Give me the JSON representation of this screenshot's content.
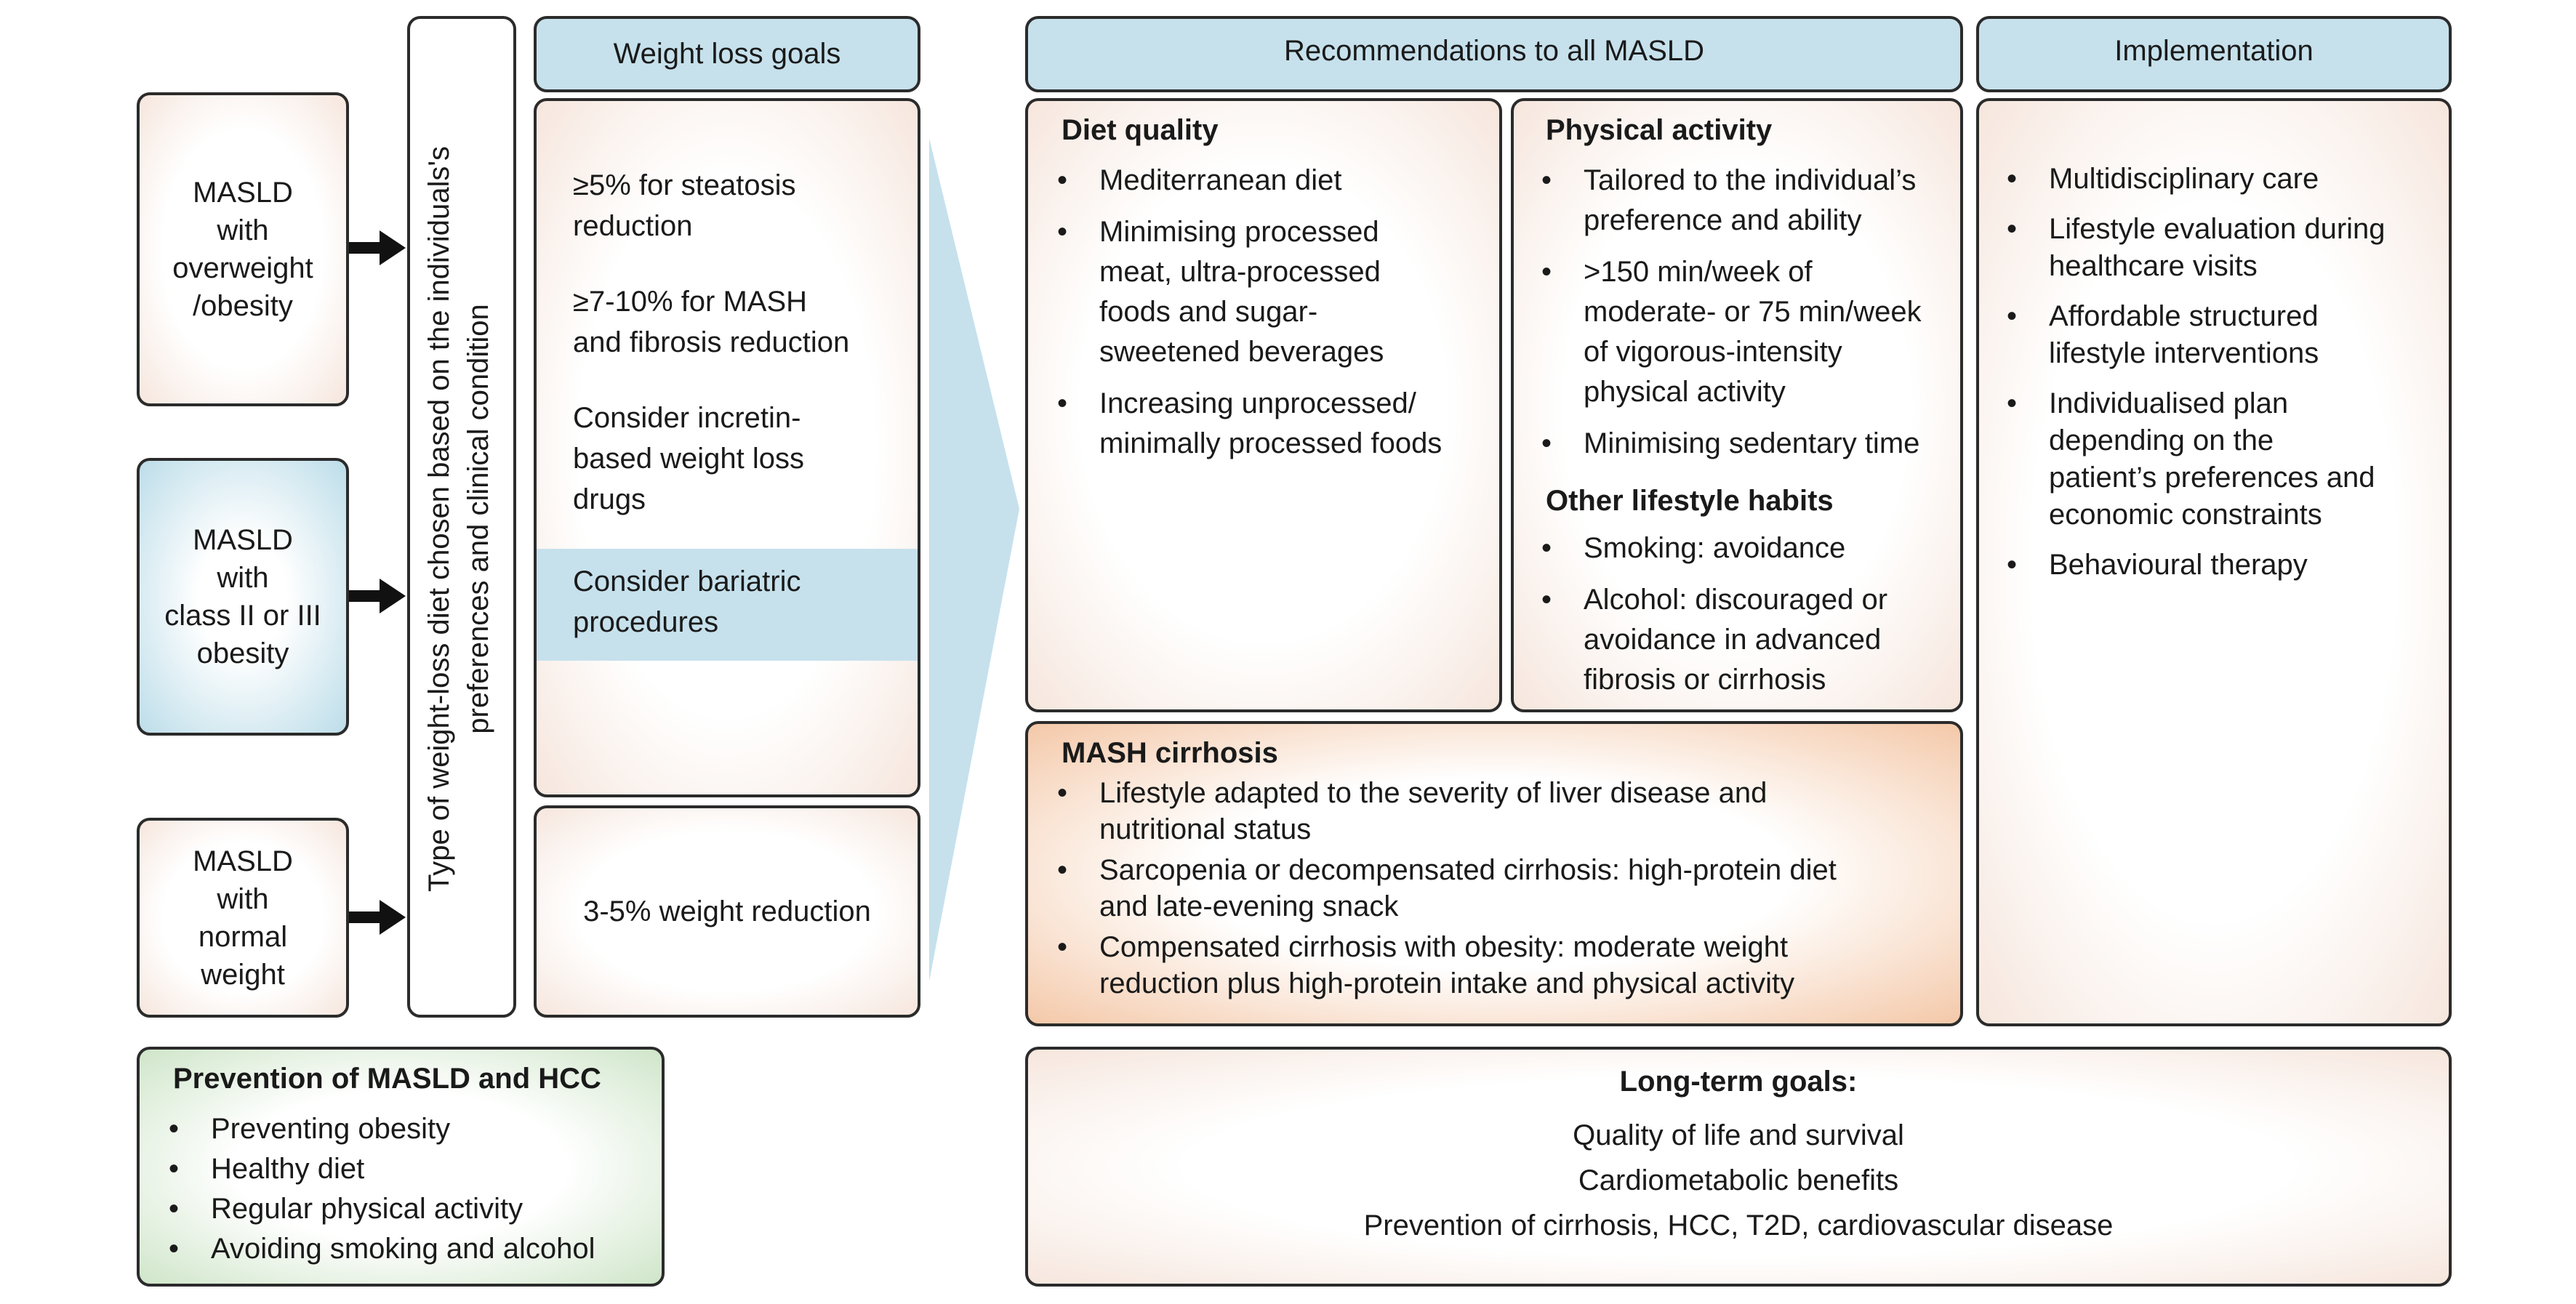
{
  "patient_groups": [
    {
      "lines": [
        "MASLD",
        "with",
        "overweight",
        "/obesity"
      ]
    },
    {
      "lines": [
        "MASLD",
        "with",
        "class II or III",
        "obesity"
      ]
    },
    {
      "lines": [
        "MASLD",
        "with",
        "normal",
        "weight"
      ]
    }
  ],
  "diet_type_label": [
    "Type of weight-loss diet chosen based on the individuals's",
    "preferences and clinical condition"
  ],
  "headers": {
    "weight_loss_goals": "Weight loss goals",
    "recommendations": "Recommendations to all MASLD",
    "implementation": "Implementation"
  },
  "weight_goals": [
    [
      "≥5% for steatosis",
      "reduction"
    ],
    [
      "≥7-10% for MASH",
      "and fibrosis reduction"
    ],
    [
      "Consider incretin-",
      "based weight loss",
      "drugs"
    ],
    [
      "Consider bariatric",
      "procedures"
    ]
  ],
  "normal_weight_goal": "3-5% weight reduction",
  "diet_quality": {
    "title": "Diet quality",
    "items": [
      [
        "Mediterranean diet"
      ],
      [
        "Minimising processed",
        "meat, ultra-processed",
        "foods and sugar-",
        "sweetened beverages"
      ],
      [
        "Increasing unprocessed/",
        "minimally processed foods"
      ]
    ]
  },
  "physical_activity": {
    "title": "Physical activity",
    "items": [
      [
        "Tailored to the individual’s",
        "preference and ability"
      ],
      [
        ">150 min/week of",
        "moderate- or 75 min/week",
        "of vigorous-intensity",
        "physical activity"
      ],
      [
        "Minimising sedentary time"
      ]
    ]
  },
  "other_habits": {
    "title": "Other lifestyle habits",
    "items": [
      [
        "Smoking: avoidance"
      ],
      [
        "Alcohol: discouraged or",
        "avoidance in advanced",
        "fibrosis or cirrhosis"
      ]
    ]
  },
  "mash_cirrhosis": {
    "title": "MASH cirrhosis",
    "items": [
      [
        "Lifestyle adapted to the severity of liver disease and",
        "nutritional status"
      ],
      [
        "Sarcopenia or decompensated cirrhosis: high-protein diet",
        "and late-evening snack"
      ],
      [
        "Compensated cirrhosis with obesity: moderate weight",
        "reduction plus high-protein intake and physical activity"
      ]
    ]
  },
  "implementation": {
    "items": [
      [
        "Multidisciplinary care"
      ],
      [
        "Lifestyle evaluation during",
        "healthcare visits"
      ],
      [
        "Affordable structured",
        "lifestyle interventions"
      ],
      [
        "Individualised plan",
        "depending on the",
        "patient’s preferences and",
        "economic constraints"
      ],
      [
        "Behavioural therapy"
      ]
    ]
  },
  "prevention": {
    "title": "Prevention of MASLD and HCC",
    "items": [
      [
        "Preventing obesity"
      ],
      [
        "Healthy diet"
      ],
      [
        "Regular physical activity"
      ],
      [
        "Avoiding smoking and alcohol"
      ]
    ]
  },
  "long_term": {
    "title": "Long-term goals:",
    "lines": [
      "Quality of life and survival",
      "Cardiometabolic benefits",
      "Prevention of cirrhosis, HCC, T2D, cardiovascular disease"
    ]
  },
  "colors": {
    "header_blue": "#c6e1ec",
    "highlight_blue": "#c6e1ec",
    "border": "#2b2b2b",
    "big_arrow": "#c6e1ec"
  }
}
